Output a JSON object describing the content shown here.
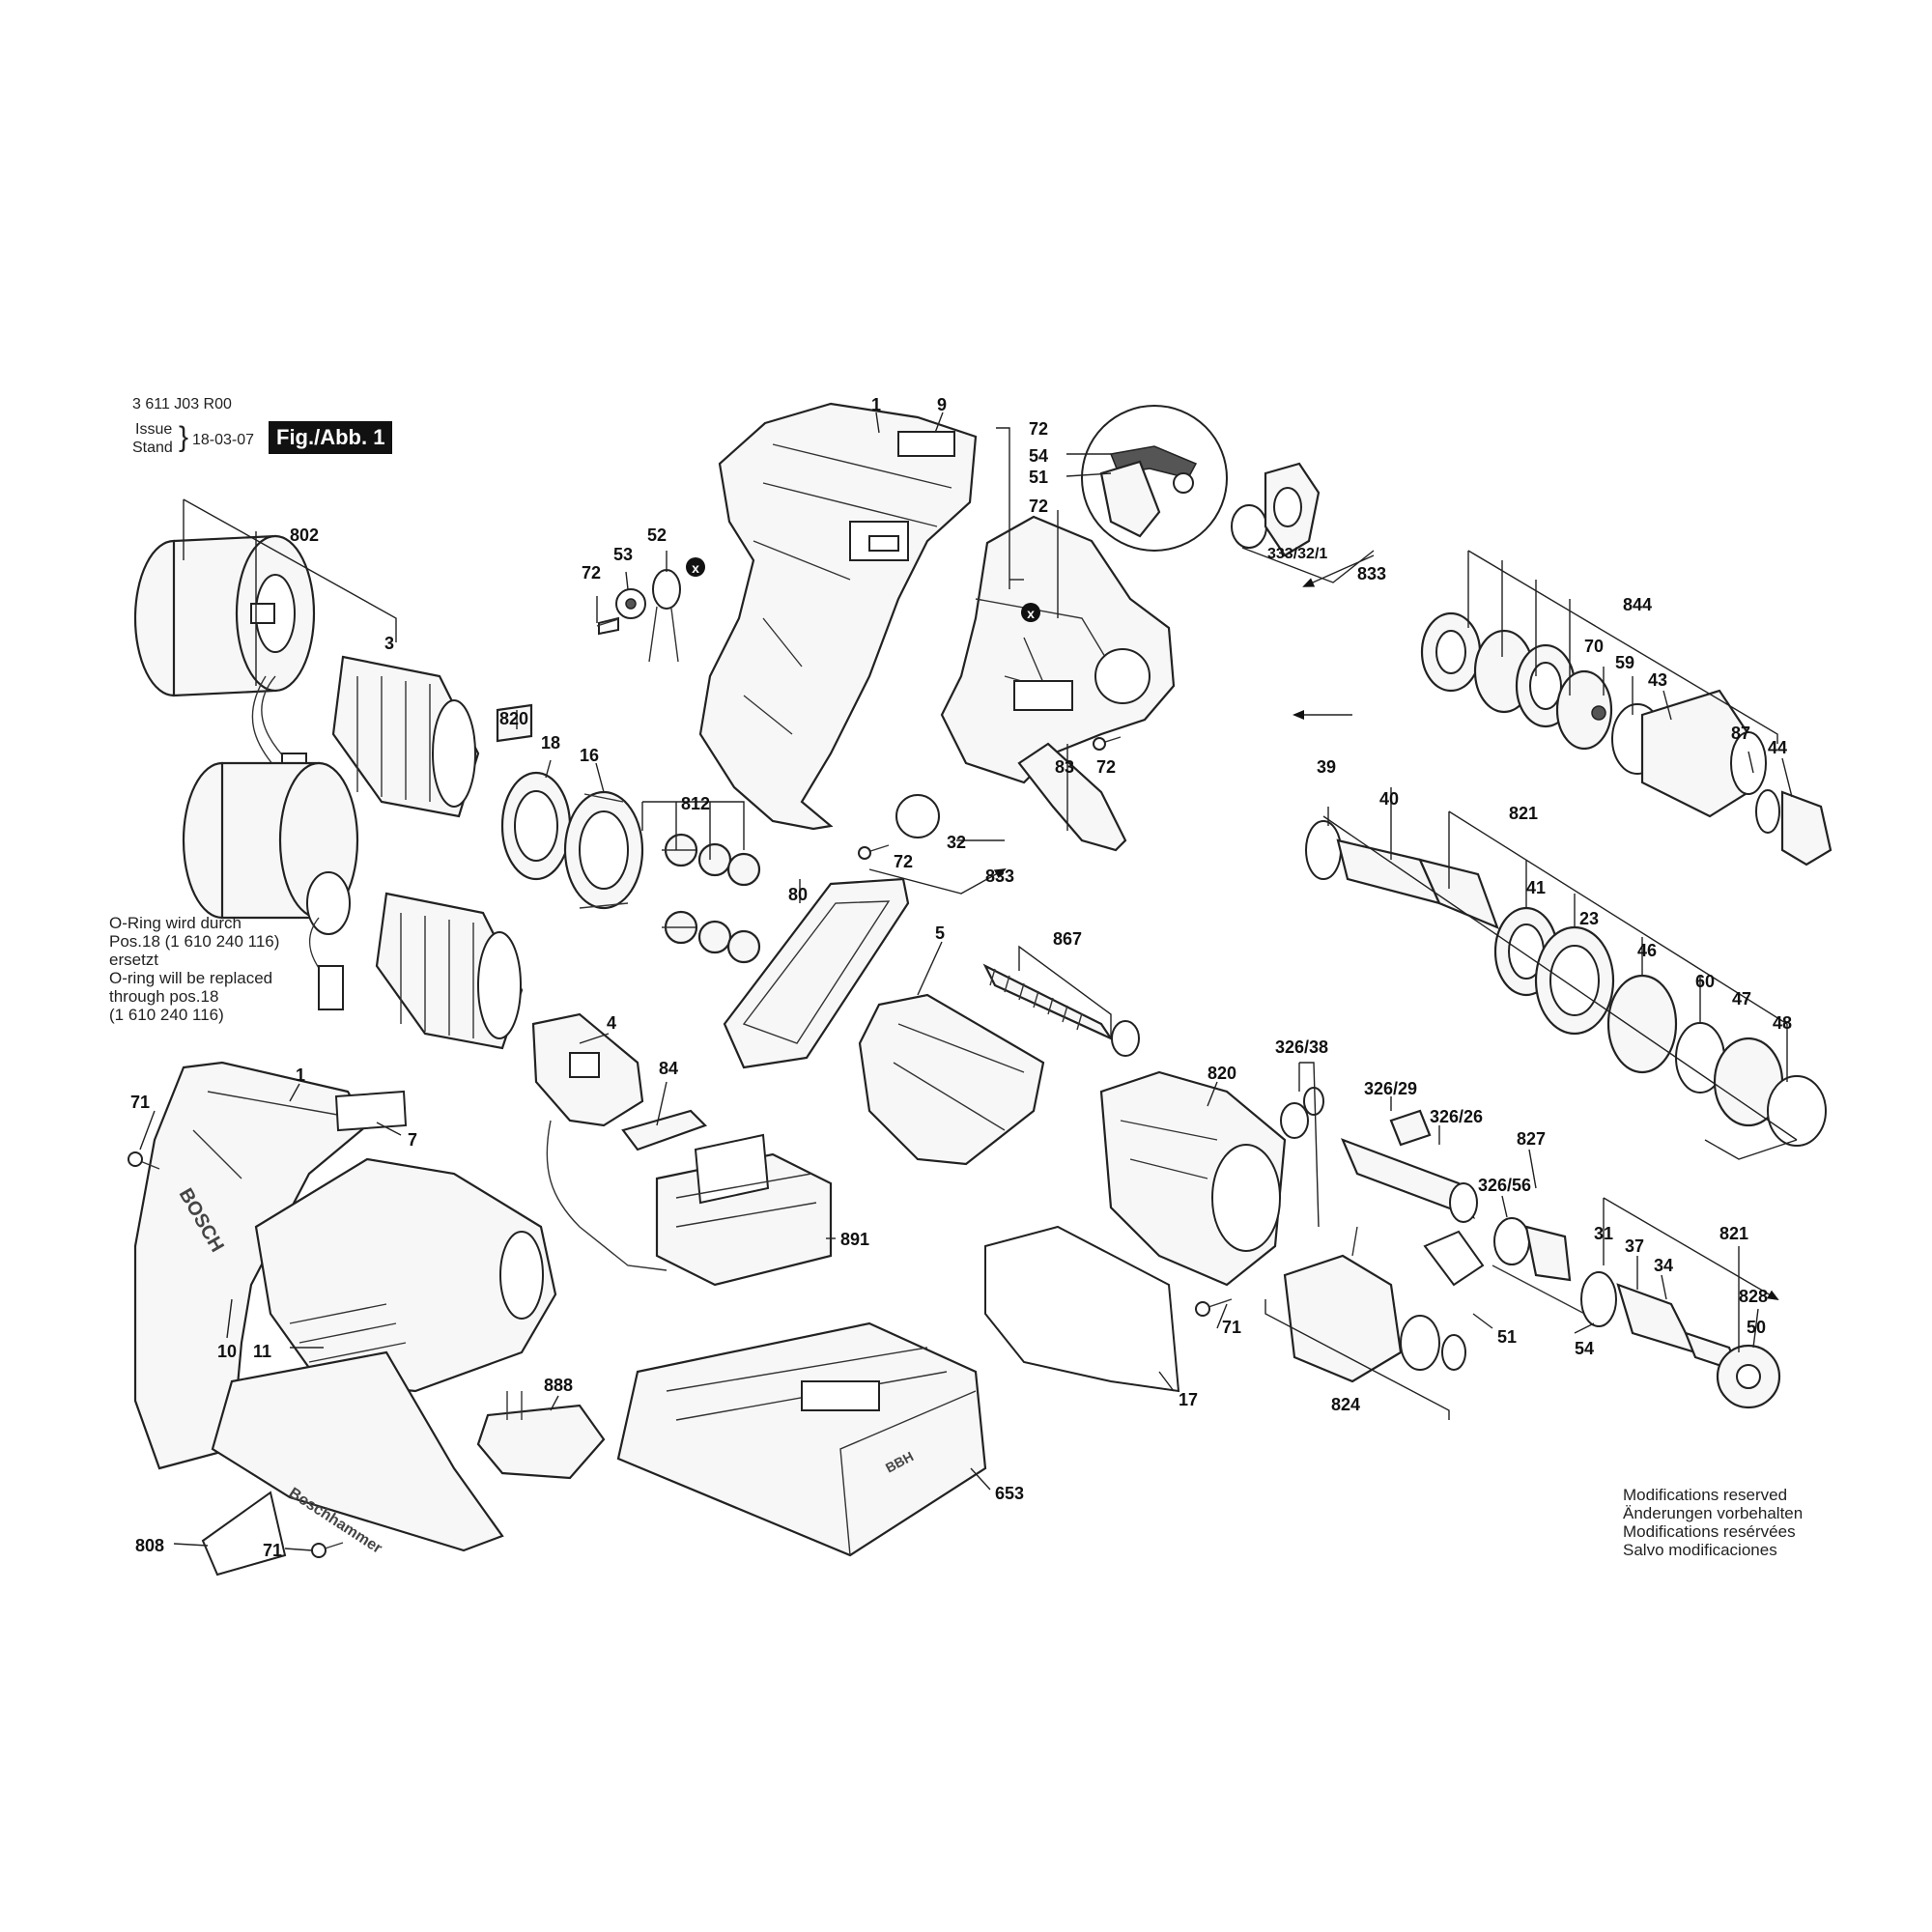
{
  "header": {
    "part_number": "3 611 J03 R00",
    "issue_label": "Issue",
    "stand_label": "Stand",
    "date": "18-03-07",
    "figure": "Fig./Abb. 1"
  },
  "note_oring": {
    "line1": "O-Ring wird durch",
    "line2": "Pos.18 (1 610 240 116)",
    "line3": "ersetzt",
    "line4": "O-ring will be replaced",
    "line5": "through pos.18",
    "line6": "(1 610 240 116)"
  },
  "note_mod": {
    "line1": "Modifications reserved",
    "line2": "Änderungen vorbehalten",
    "line3": "Modifications resérvées",
    "line4": "Salvo modificaciones"
  },
  "housing_text": {
    "brand": "BOSCH",
    "side": "Boschhammer",
    "battery": "BBH"
  },
  "markers": {
    "x": "x"
  },
  "labels": {
    "p1_top": "1",
    "p9": "9",
    "p72_a": "72",
    "p54_a": "54",
    "p51_a": "51",
    "p72_b": "72",
    "p333": "333/32/1",
    "p833_a": "833",
    "p802": "802",
    "p3": "3",
    "p72_c": "72",
    "p53": "53",
    "p52": "52",
    "p820_a": "820",
    "p18": "18",
    "p16": "16",
    "p812": "812",
    "p83": "83",
    "p72_d": "72",
    "p32": "32",
    "p72_e": "72",
    "p833_b": "833",
    "p844": "844",
    "p70": "70",
    "p59": "59",
    "p43": "43",
    "p87": "87",
    "p44": "44",
    "p39": "39",
    "p40": "40",
    "p821_a": "821",
    "p41": "41",
    "p23": "23",
    "p46": "46",
    "p60": "60",
    "p47": "47",
    "p48": "48",
    "p80": "80",
    "p5": "5",
    "p867": "867",
    "p4": "4",
    "p84": "84",
    "p326_38": "326/38",
    "p820_b": "820",
    "p326_29": "326/29",
    "p326_26": "326/26",
    "p827": "827",
    "p326_56": "326/56",
    "p71_a": "71",
    "p1_b": "1",
    "p7": "7",
    "p10": "10",
    "p11": "11",
    "p891": "891",
    "p888": "888",
    "p653": "653",
    "p31": "31",
    "p37": "37",
    "p34": "34",
    "p821_b": "821",
    "p828": "828",
    "p50": "50",
    "p71_b": "71",
    "p17": "17",
    "p51_b": "51",
    "p54_b": "54",
    "p824": "824",
    "p808": "808",
    "p71_c": "71"
  }
}
